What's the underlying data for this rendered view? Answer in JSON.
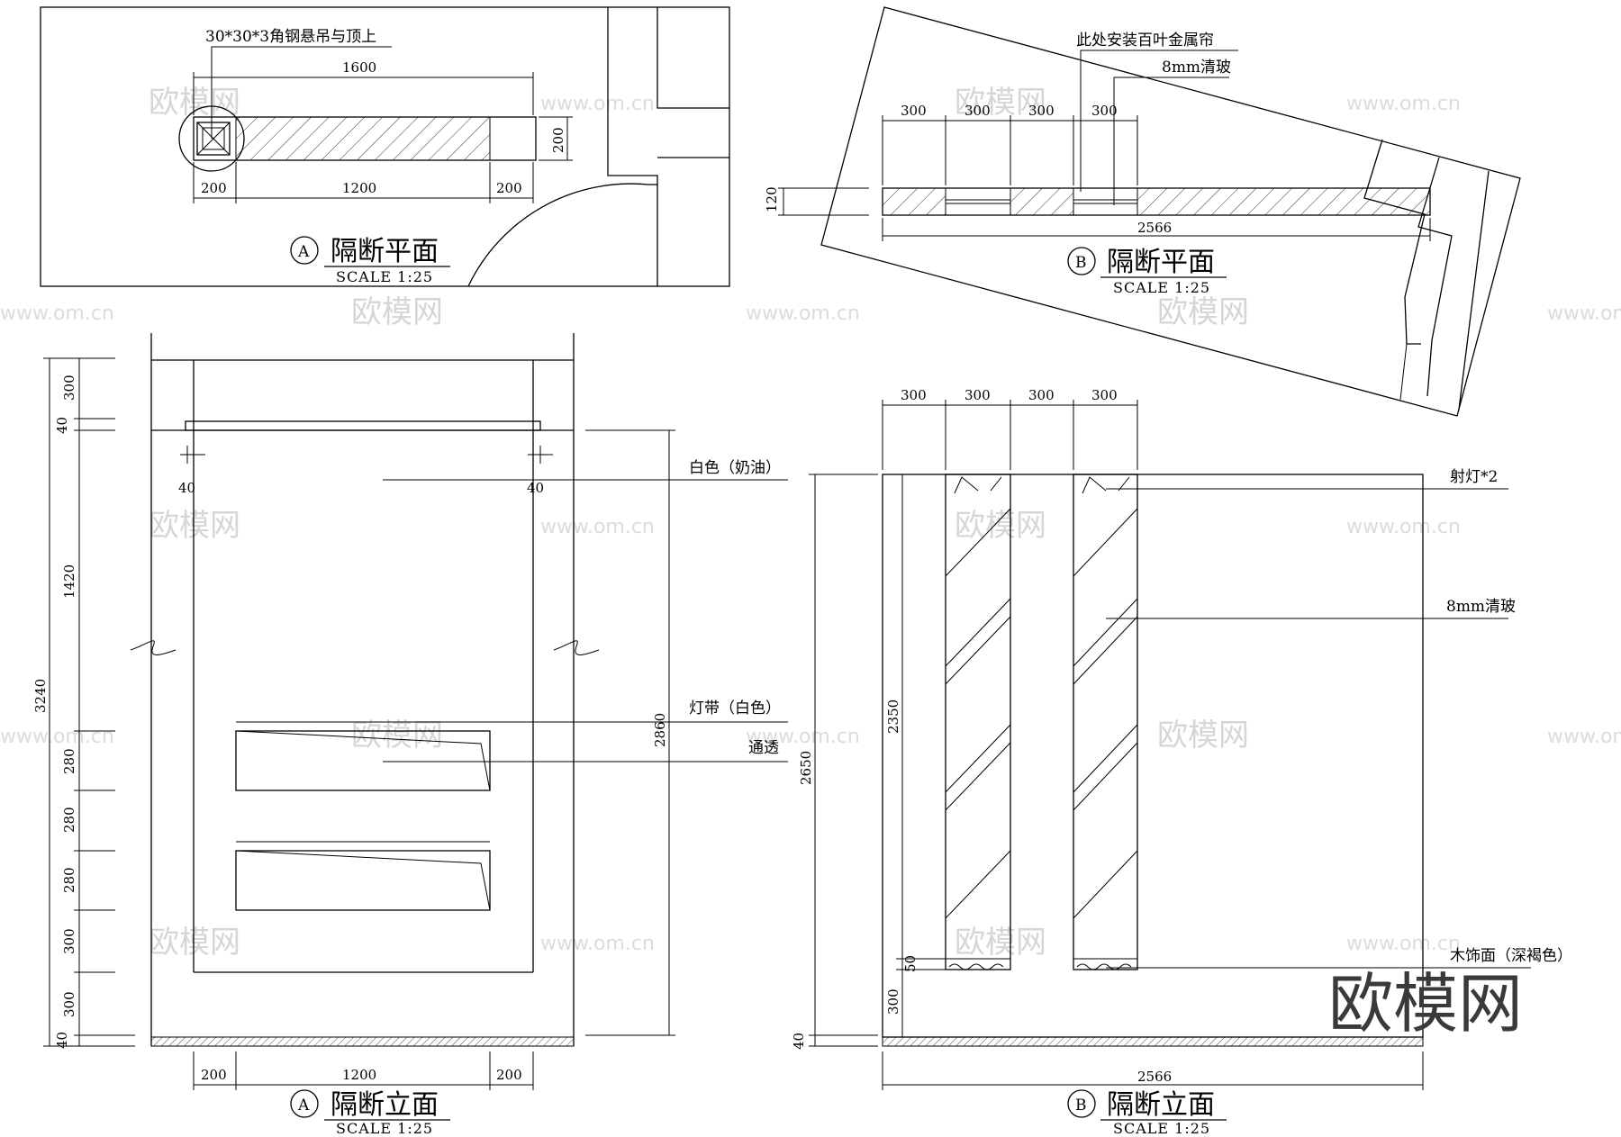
{
  "plan_a": {
    "note_angle_steel": "30*30*3角钢悬吊与顶上",
    "dim_total": "1600",
    "dim_side": "200",
    "dim_left": "200",
    "dim_mid": "1200",
    "dim_right": "200",
    "label": "A",
    "title": "隔断平面",
    "scale": "SCALE  1:25"
  },
  "plan_b": {
    "note_blinds": "此处安装百叶金属帘",
    "note_glass": "8mm清玻",
    "dims_top": [
      "300",
      "300",
      "300",
      "300"
    ],
    "dim_thickness": "120",
    "dim_total": "2566",
    "label": "B",
    "title": "隔断平面",
    "scale": "SCALE  1:25"
  },
  "elev_a": {
    "dims_left": [
      "300",
      "40",
      "1420",
      "280",
      "280",
      "280",
      "300",
      "300",
      "40"
    ],
    "dim_overall": "3240",
    "dim_inner": "2860",
    "dim_corner_left": "40",
    "dim_corner_right": "40",
    "note_white": "白色（奶油）",
    "note_light_strip": "灯带（白色）",
    "note_open": "通透",
    "dims_bottom": [
      "200",
      "1200",
      "200"
    ],
    "label": "A",
    "title": "隔断立面",
    "scale": "SCALE  1:25"
  },
  "elev_b": {
    "dims_top": [
      "300",
      "300",
      "300",
      "300"
    ],
    "dim_overall": "2650",
    "dim_inner": "2350",
    "dim_base": "300",
    "dim_small": "50",
    "dim_floor": "40",
    "dim_total": "2566",
    "note_spotlight": "射灯*2",
    "note_glass": "8mm清玻",
    "note_wood": "木饰面（深褐色）",
    "label": "B",
    "title": "隔断立面",
    "scale": "SCALE  1:25"
  },
  "watermark": {
    "brand": "欧模网",
    "url": "www.om.cn",
    "logo": "欧模网"
  }
}
